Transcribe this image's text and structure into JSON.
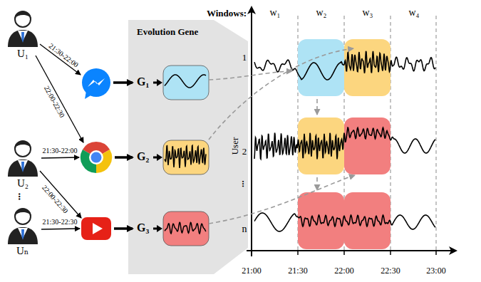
{
  "diagram": {
    "nodes": [
      {
        "text": [
          "U₁"
        ]
      },
      {
        "text": [
          "U₂"
        ]
      },
      {
        "text": [
          "Uₙ"
        ]
      },
      {
        "text": [
          "Evolution Gene"
        ]
      },
      {
        "text": [
          "G₁"
        ],
        "in": 3
      },
      {
        "text": [
          "G₂"
        ],
        "in": 3
      },
      {
        "text": [
          "G₃"
        ],
        "in": 3
      }
    ],
    "labels": [
      "21:30-22:00",
      "22:00-22:30",
      "21:30-22:00",
      "22:00-22:30",
      "21:30-22:30",
      "...",
      "Windows:",
      "w₁",
      "w₂",
      "w₃",
      "w₄",
      "1",
      "2",
      "...",
      "n",
      "User",
      "21:00",
      "21:30",
      "22:00",
      "22:30",
      "23:00"
    ]
  }
}
